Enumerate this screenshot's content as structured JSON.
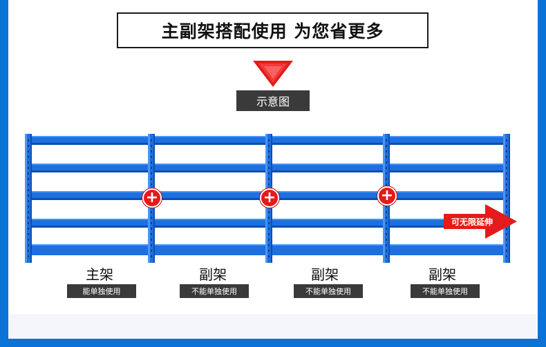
{
  "title": "主副架搭配使用  为您省更多",
  "diagram_label": "示意图",
  "extend_label": "可无限延伸",
  "plus_symbol": "+",
  "racks": [
    {
      "label": "主架",
      "note": "能单独使用"
    },
    {
      "label": "副架",
      "note": "不能单独使用"
    },
    {
      "label": "副架",
      "note": "不能单独使用"
    },
    {
      "label": "副架",
      "note": "不能单独使用"
    }
  ],
  "colors": {
    "frame": "#0b72d6",
    "shelf": "#1e6fe0",
    "accent": "#e51a1a",
    "label_bg": "#3a3a3a"
  }
}
